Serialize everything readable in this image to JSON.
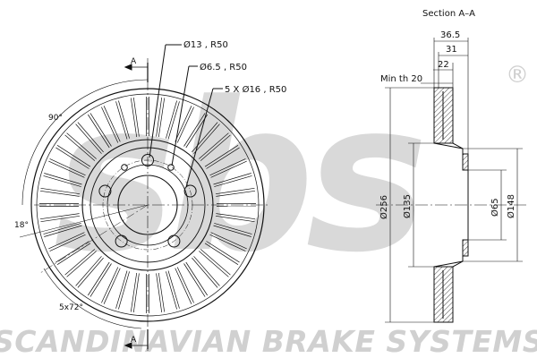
{
  "watermark": {
    "logo_text": "sbs",
    "registered_mark": "®",
    "brand_line": "SCANDINAVIAN BRAKE SYSTEMS",
    "color": "#d6d6d6"
  },
  "front_view": {
    "bolt_hole_callout": "Ø13 , R50",
    "center_hole_callout": "Ø6.5 , R50",
    "slot_callout": "5 X Ø16 , R50",
    "angle_top": "90°",
    "angle_side": "18°",
    "angle_pattern": "5x72°",
    "section_mark_top": "A",
    "section_mark_bottom": "A"
  },
  "section_view": {
    "title": "Section A–A",
    "dim_total_width": "36.5",
    "dim_hat_width": "31",
    "dim_disc_thickness": "22",
    "min_thickness_label": "Min th 20",
    "dia_outer": "Ø256",
    "dia_friction_inner": "Ø135",
    "dia_center_bore": "Ø65",
    "dia_hat": "Ø148"
  },
  "colors": {
    "line": "#111111",
    "watermark": "#d6d6d6"
  }
}
